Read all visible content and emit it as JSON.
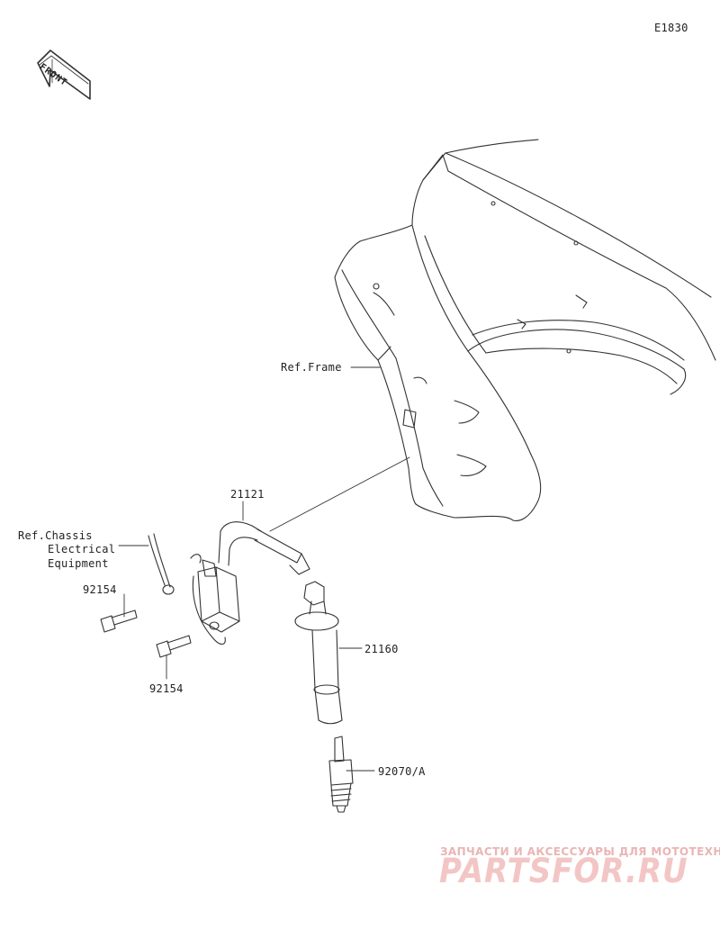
{
  "diagram": {
    "code": "E1830",
    "front_label": "FRONT",
    "labels": {
      "ref_frame": "Ref.Frame",
      "ref_chassis_1": "Ref.Chassis",
      "ref_chassis_2": "Electrical",
      "ref_chassis_3": "Equipment",
      "part_21121": "21121",
      "part_92154_a": "92154",
      "part_92154_b": "92154",
      "part_21160": "21160",
      "part_92070": "92070/A"
    }
  },
  "watermark": {
    "line1": "ЗАПЧАСТИ И АКСЕССУАРЫ ДЛЯ МОТОТЕХНИКИ",
    "line2": "PARTSFOR.RU"
  }
}
